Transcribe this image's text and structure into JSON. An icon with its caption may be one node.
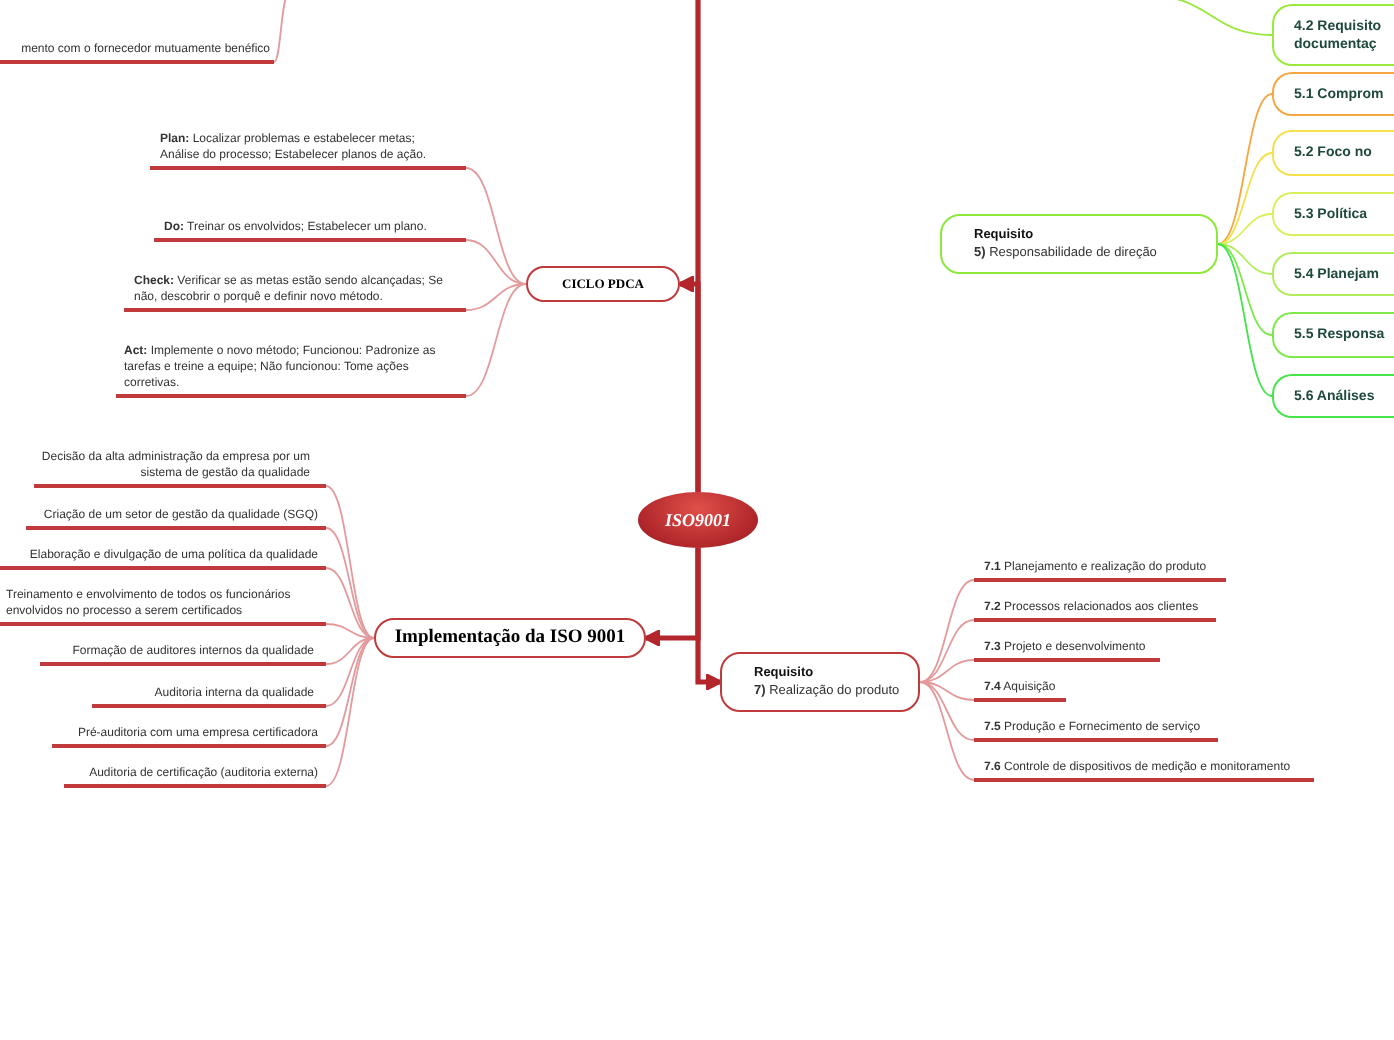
{
  "diagram": {
    "nodes": [
      {
        "text": [
          "ISO9001"
        ]
      },
      {
        "text": [
          "mento com o fornecedor mutuamente benéfico"
        ]
      },
      {
        "text": [
          "CICLO PDCA"
        ]
      },
      {
        "text": [
          "**Plan:** Localizar problemas e estabelecer metas; Análise do processo; Estabelecer planos de ação."
        ]
      },
      {
        "text": [
          "**Do:** Treinar os envolvidos; Estabelecer um plano."
        ]
      },
      {
        "text": [
          "**Check:** Verificar se as metas estão sendo alcançadas; Se não, descobrir o porquê e definir novo método."
        ]
      },
      {
        "text": [
          "**Act:** Implemente o novo método; Funcionou: Padronize as tarefas e treine a equipe; Não funcionou: Tome ações corretivas."
        ]
      },
      {
        "text": [
          "Implementação da ISO 9001"
        ]
      },
      {
        "text": [
          "Decisão da alta administração da empresa por um sistema de gestão da qualidade"
        ]
      },
      {
        "text": [
          "Criação de um setor de gestão da qualidade (SGQ)"
        ]
      },
      {
        "text": [
          "Elaboração e divulgação de uma política da qualidade"
        ]
      },
      {
        "text": [
          "Treinamento e envolvimento de todos os funcionários envolvidos no processo a serem certificados"
        ]
      },
      {
        "text": [
          "Formação de auditores internos da qualidade"
        ]
      },
      {
        "text": [
          "Auditoria interna da qualidade"
        ]
      },
      {
        "text": [
          "Pré-auditoria com uma empresa certificadora"
        ]
      },
      {
        "text": [
          "Auditoria de certificação (auditoria externa)"
        ]
      },
      {
        "text": [
          "Requisito",
          "**7)** Realização do produto"
        ]
      },
      {
        "text": [
          "**7.1** Planejamento e realização do produto"
        ]
      },
      {
        "text": [
          "**7.2** Processos relacionados aos clientes"
        ]
      },
      {
        "text": [
          "**7.3** Projeto e desenvolvimento"
        ]
      },
      {
        "text": [
          "**7.4** Aquisição"
        ]
      },
      {
        "text": [
          "**7.5** Produção e Fornecimento de serviço"
        ]
      },
      {
        "text": [
          "**7.6** Controle de dispositivos de medição e monitoramento"
        ]
      },
      {
        "text": [
          "Requisito",
          "**5)** Responsabilidade de direção"
        ]
      },
      {
        "text": [
          "4.2 Requisito documentaç"
        ]
      },
      {
        "text": [
          "5.1 Comprom"
        ]
      },
      {
        "text": [
          "5.2  Foco no"
        ]
      },
      {
        "text": [
          "5.3 Política"
        ]
      },
      {
        "text": [
          "5.4 Planejam"
        ]
      },
      {
        "text": [
          "5.5 Responsa"
        ]
      },
      {
        "text": [
          "5.6 Análises"
        ]
      }
    ],
    "edges": [
      {
        "from": 0,
        "to": 2,
        "arrow": "to",
        "style": "thick",
        "color": "#b3262c"
      },
      {
        "from": 0,
        "to": 7,
        "arrow": "to",
        "style": "thick",
        "color": "#b3262c"
      },
      {
        "from": 0,
        "to": 16,
        "arrow": "to",
        "style": "thick",
        "color": "#b3262c"
      },
      {
        "from": 0,
        "to": null,
        "arrow": "none",
        "style": "thick",
        "color": "#b3262c"
      },
      {
        "from": 2,
        "to": 3,
        "arrow": "none"
      },
      {
        "from": 2,
        "to": 4,
        "arrow": "none"
      },
      {
        "from": 2,
        "to": 5,
        "arrow": "none"
      },
      {
        "from": 2,
        "to": 6,
        "arrow": "none"
      },
      {
        "from": 7,
        "to": 8,
        "arrow": "none"
      },
      {
        "from": 7,
        "to": 9,
        "arrow": "none"
      },
      {
        "from": 7,
        "to": 10,
        "arrow": "none"
      },
      {
        "from": 7,
        "to": 11,
        "arrow": "none"
      },
      {
        "from": 7,
        "to": 12,
        "arrow": "none"
      },
      {
        "from": 7,
        "to": 13,
        "arrow": "none"
      },
      {
        "from": 7,
        "to": 14,
        "arrow": "none"
      },
      {
        "from": 7,
        "to": 15,
        "arrow": "none"
      },
      {
        "from": 16,
        "to": 17,
        "arrow": "none"
      },
      {
        "from": 16,
        "to": 18,
        "arrow": "none"
      },
      {
        "from": 16,
        "to": 19,
        "arrow": "none"
      },
      {
        "from": 16,
        "to": 20,
        "arrow": "none"
      },
      {
        "from": 16,
        "to": 21,
        "arrow": "none"
      },
      {
        "from": 16,
        "to": 22,
        "arrow": "none"
      },
      {
        "from": 23,
        "to": 25,
        "arrow": "none",
        "color": "#f5a640"
      },
      {
        "from": 23,
        "to": 26,
        "arrow": "none",
        "color": "#f5e04a"
      },
      {
        "from": 23,
        "to": 27,
        "arrow": "none",
        "color": "#d8f05a"
      },
      {
        "from": 23,
        "to": 28,
        "arrow": "none",
        "color": "#b0ec5c"
      },
      {
        "from": 23,
        "to": 29,
        "arrow": "none",
        "color": "#7ee84a"
      },
      {
        "from": 23,
        "to": 30,
        "arrow": "none",
        "color": "#44e44a"
      },
      {
        "from": null,
        "to": 24,
        "arrow": "none",
        "color": "#9be83c"
      },
      {
        "from": null,
        "to": 1,
        "arrow": "none"
      }
    ]
  }
}
